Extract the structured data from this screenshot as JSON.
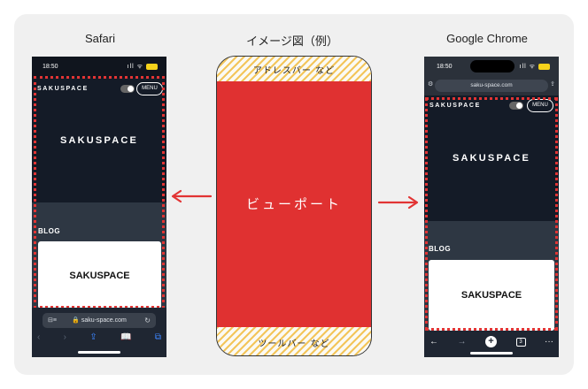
{
  "titles": {
    "safari": "Safari",
    "concept": "イメージ図（例）",
    "chrome": "Google Chrome"
  },
  "concept": {
    "top_label": "アドレスバー など",
    "viewport_label": "ビューポート",
    "bottom_label": "ツールバー など",
    "viewport_color": "#e03131",
    "hatch_color": "#f3c55a"
  },
  "safari": {
    "time": "18:50",
    "brand": "SAKUSPACE",
    "menu": "MENU",
    "hero": "SAKUSPACE",
    "blog": "BLOG",
    "card": "SAKUSPACE",
    "url": "saku-space.com",
    "url_left_icon": "aA-icon",
    "url_right_icon": "reload-icon",
    "toolbar_icons": [
      "back-icon",
      "forward-icon",
      "share-icon",
      "bookmarks-icon",
      "tabs-icon"
    ]
  },
  "chrome": {
    "time": "18:50",
    "url": "saku-space.com",
    "brand": "SAKUSPACE",
    "menu": "MENU",
    "hero": "SAKUSPACE",
    "blog": "BLOG",
    "card": "SAKUSPACE",
    "tabs_count": "3",
    "toolbar_icons": [
      "back-icon",
      "forward-icon",
      "new-tab-icon",
      "tabs-icon",
      "more-icon"
    ]
  },
  "colors": {
    "highlight": "#e23434",
    "page_dark": "#141b27",
    "panel": "#f0f0f0"
  }
}
